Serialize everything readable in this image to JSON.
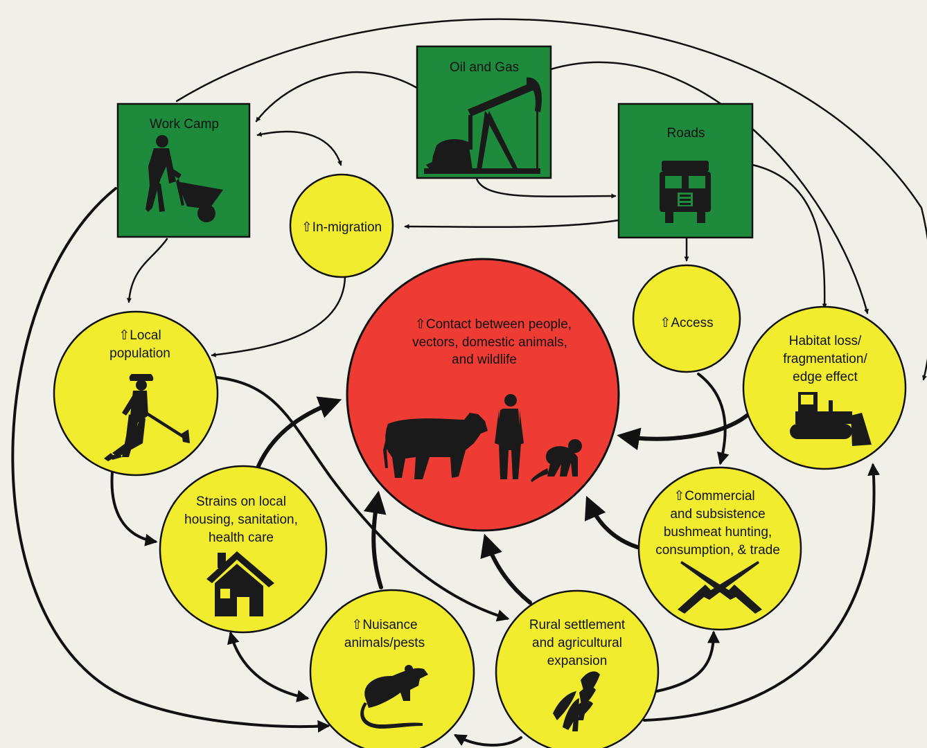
{
  "colors": {
    "background": "#f1f0e8",
    "driver_box": "#1e8a3c",
    "factor_circle": "#f2ec2e",
    "outcome_circle": "#ee3b33",
    "edge": "#111111"
  },
  "nodes": {
    "oil_gas": {
      "label": [
        "Oil and Gas"
      ],
      "shape": "box",
      "icon": "oil-pump-jack-icon"
    },
    "work_camp": {
      "label": [
        "Work Camp"
      ],
      "shape": "box",
      "icon": "worker-wheelbarrow-icon"
    },
    "roads": {
      "label": [
        "Roads"
      ],
      "shape": "box",
      "icon": "truck-icon"
    },
    "in_migration": {
      "label": [
        "⇧In-migration"
      ],
      "shape": "circle"
    },
    "access": {
      "label": [
        "⇧Access"
      ],
      "shape": "circle"
    },
    "local_population": {
      "label": [
        "⇧Local",
        "population"
      ],
      "shape": "circle",
      "icon": "farmer-hoe-icon"
    },
    "contact": {
      "label": [
        "⇧Contact between people,",
        "vectors, domestic animals,",
        "and wildlife"
      ],
      "shape": "circle",
      "icon": "cow-person-monkey-icon"
    },
    "habitat": {
      "label": [
        "Habitat loss/",
        "fragmentation/",
        "edge effect"
      ],
      "shape": "circle",
      "icon": "bulldozer-icon"
    },
    "strains": {
      "label": [
        "Strains on local",
        "housing, sanitation,",
        "health care"
      ],
      "shape": "circle",
      "icon": "house-icon"
    },
    "bushmeat": {
      "label": [
        "⇧Commercial",
        "and subsistence",
        "bushmeat hunting,",
        "consumption, & trade"
      ],
      "shape": "circle",
      "icon": "crossed-rifles-icon"
    },
    "nuisance": {
      "label": [
        "⇧Nuisance",
        "animals/pests"
      ],
      "shape": "circle",
      "icon": "rat-icon"
    },
    "rural": {
      "label": [
        "Rural settlement",
        "and agricultural",
        "expansion"
      ],
      "shape": "circle",
      "icon": "wheat-corn-icon"
    }
  }
}
